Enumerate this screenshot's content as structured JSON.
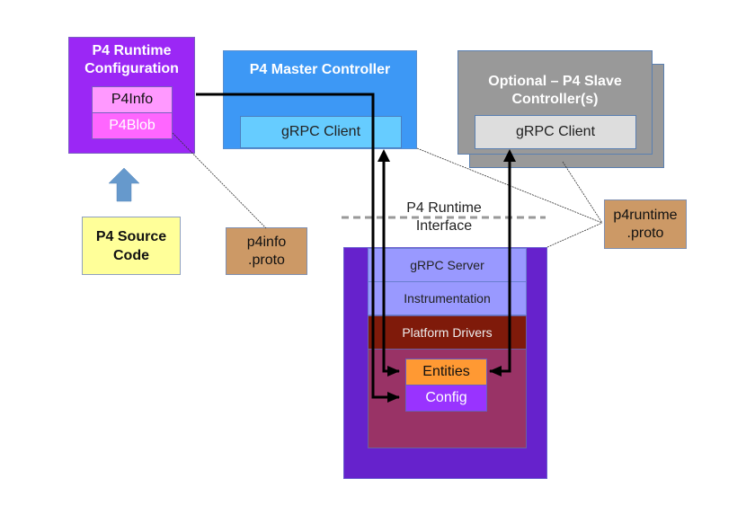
{
  "runtime_config": {
    "title_line1": "P4 Runtime",
    "title_line2": "Configuration",
    "p4info": "P4Info",
    "p4blob": "P4Blob"
  },
  "source_code": {
    "line1": "P4 Source",
    "line2": "Code"
  },
  "p4info_proto": {
    "line1": "p4info",
    "line2": ".proto"
  },
  "master_controller": {
    "title": "P4 Master Controller",
    "client": "gRPC Client"
  },
  "slave_controller": {
    "title_line1": "Optional – P4 Slave",
    "title_line2": "Controller(s)",
    "client": "gRPC Client"
  },
  "interface_label": {
    "line1": "P4 Runtime",
    "line2": "Interface"
  },
  "p4runtime_proto": {
    "line1": "p4runtime",
    "line2": ".proto"
  },
  "device": {
    "grpc_server": "gRPC Server",
    "instrumentation": "Instrumentation",
    "platform_drivers": "Platform Drivers",
    "entities": "Entities",
    "config": "Config"
  },
  "colors": {
    "runtime_config": "#9b27f5",
    "p4info": "#ff99ff",
    "p4blob": "#ff66ff",
    "master": "#3d98f5",
    "master_client": "#66ccff",
    "slave": "#999999",
    "slave_client": "#dddddd",
    "note_yellow": "#ffff99",
    "note_brown": "#cc9966",
    "device_outer": "#6622cc",
    "server": "#9999ff",
    "drivers": "#7f1a0a",
    "inner": "#993366",
    "entities": "#ff9933",
    "config": "#9933ff",
    "arrow_up": "#6699cc"
  }
}
